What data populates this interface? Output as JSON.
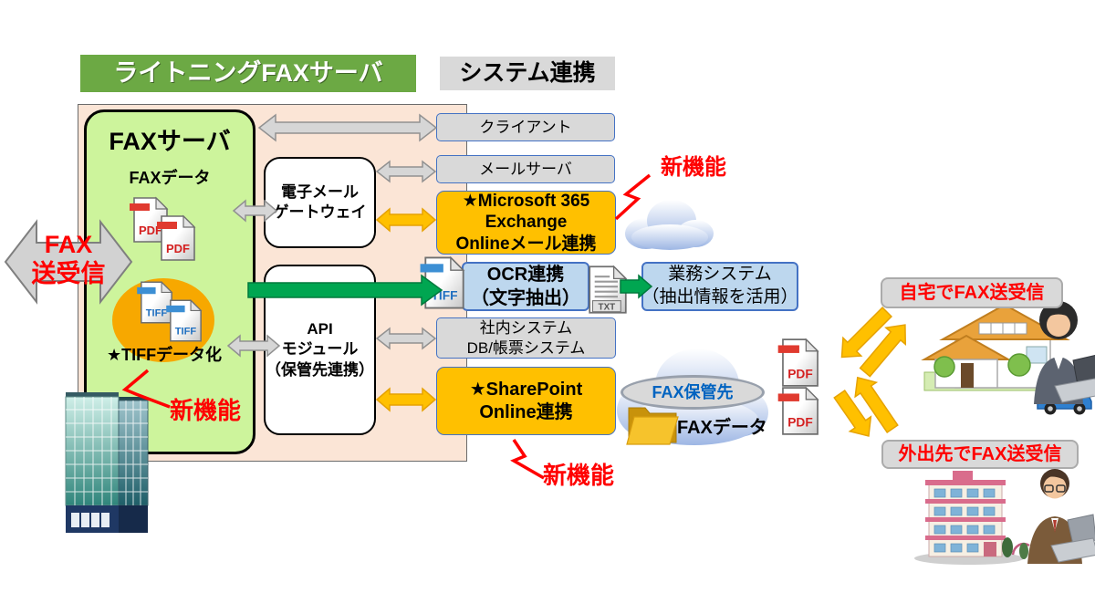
{
  "title_bar": {
    "product": "ライトニングFAXサーバ",
    "system": "システム連携"
  },
  "fax_io": {
    "line1": "FAX",
    "line2": "送受信"
  },
  "server": {
    "title": "FAXサーバ",
    "data_label": "FAXデータ",
    "tiff_label": "★TIFFデータ化"
  },
  "modules": {
    "gateway": {
      "line1": "電子メール",
      "line2": "ゲートウェイ"
    },
    "api": {
      "line1": "API",
      "line2": "モジュール",
      "line3": "（保管先連携）"
    }
  },
  "systems": {
    "client": "クライアント",
    "mail": "メールサーバ",
    "m365": {
      "line1": "★Microsoft 365",
      "line2": "Exchange",
      "line3": "Onlineメール連携"
    },
    "ocr": {
      "line1": "OCR連携",
      "line2": "（文字抽出）"
    },
    "business": {
      "line1": "業務システム",
      "line2": "（抽出情報を活用）"
    },
    "internal": {
      "line1": "社内システム",
      "line2": "DB/帳票システム"
    },
    "sharepoint": {
      "line1": "★SharePoint",
      "line2": "Online連携"
    }
  },
  "new_feature": "新機能",
  "storage": {
    "label": "FAX保管先",
    "folder": "FAXデータ"
  },
  "remote": {
    "home": "自宅でFAX送受信",
    "mobile": "外出先でFAX送受信"
  },
  "file_labels": {
    "pdf": "PDF",
    "tiff": "TIFF",
    "txt": "TXT"
  },
  "colors": {
    "brand_green": "#6CA944",
    "accent_orange": "#FFC000",
    "panel_pink": "#FBE5D6",
    "server_green": "#CDF49C",
    "box_gray": "#D9D9D9",
    "box_blue": "#BDD7EE",
    "border_blue": "#4472C4",
    "flow_green": "#00A651",
    "alert_red": "#FF0000"
  }
}
